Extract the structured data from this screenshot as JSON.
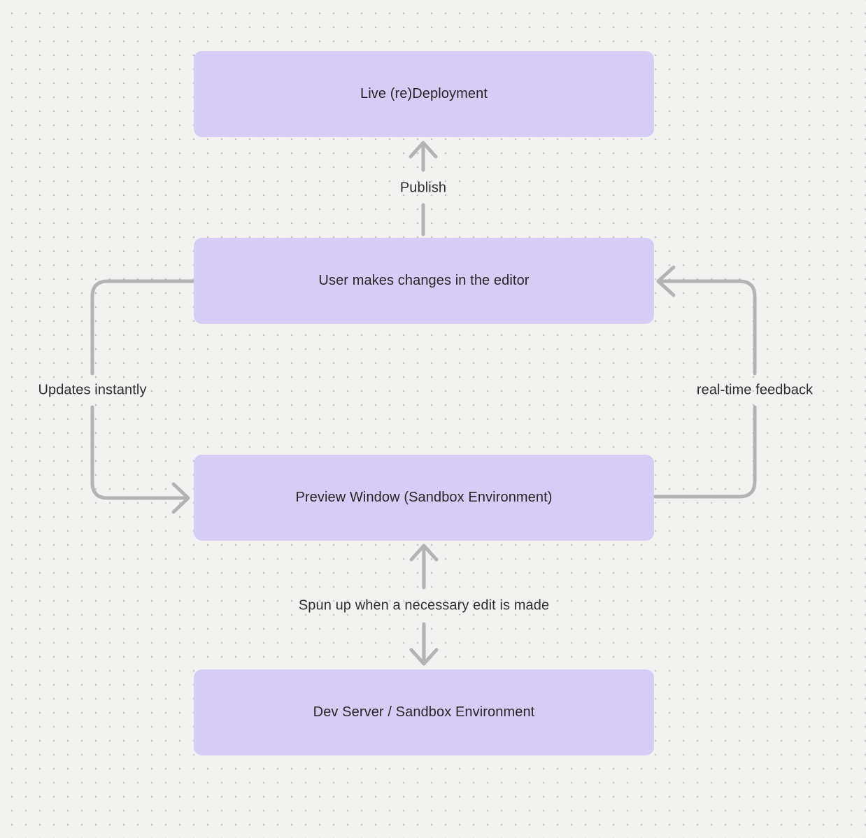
{
  "colors": {
    "background": "#f2f2f1",
    "dot": "#c8c8c8",
    "node_fill": "#d6ccf5",
    "node_text": "#262626",
    "arrow": "#b3b3b3",
    "label_text": "#2e2e2e"
  },
  "nodes": [
    {
      "id": "live-deployment",
      "label": "Live (re)Deployment"
    },
    {
      "id": "editor",
      "label": "User makes changes in the editor"
    },
    {
      "id": "preview",
      "label": "Preview Window (Sandbox Environment)"
    },
    {
      "id": "dev-server",
      "label": "Dev Server / Sandbox Environment"
    }
  ],
  "edges": [
    {
      "id": "publish",
      "from": "editor",
      "to": "live-deployment",
      "label": "Publish",
      "bidirectional": false
    },
    {
      "id": "updates-instantly",
      "from": "editor",
      "to": "preview",
      "label": "Updates instantly",
      "bidirectional": false
    },
    {
      "id": "realtime-feedback",
      "from": "preview",
      "to": "editor",
      "label": "real-time feedback",
      "bidirectional": false
    },
    {
      "id": "spun-up",
      "from": "preview",
      "to": "dev-server",
      "label": "Spun up when a necessary edit is made",
      "bidirectional": true
    }
  ]
}
